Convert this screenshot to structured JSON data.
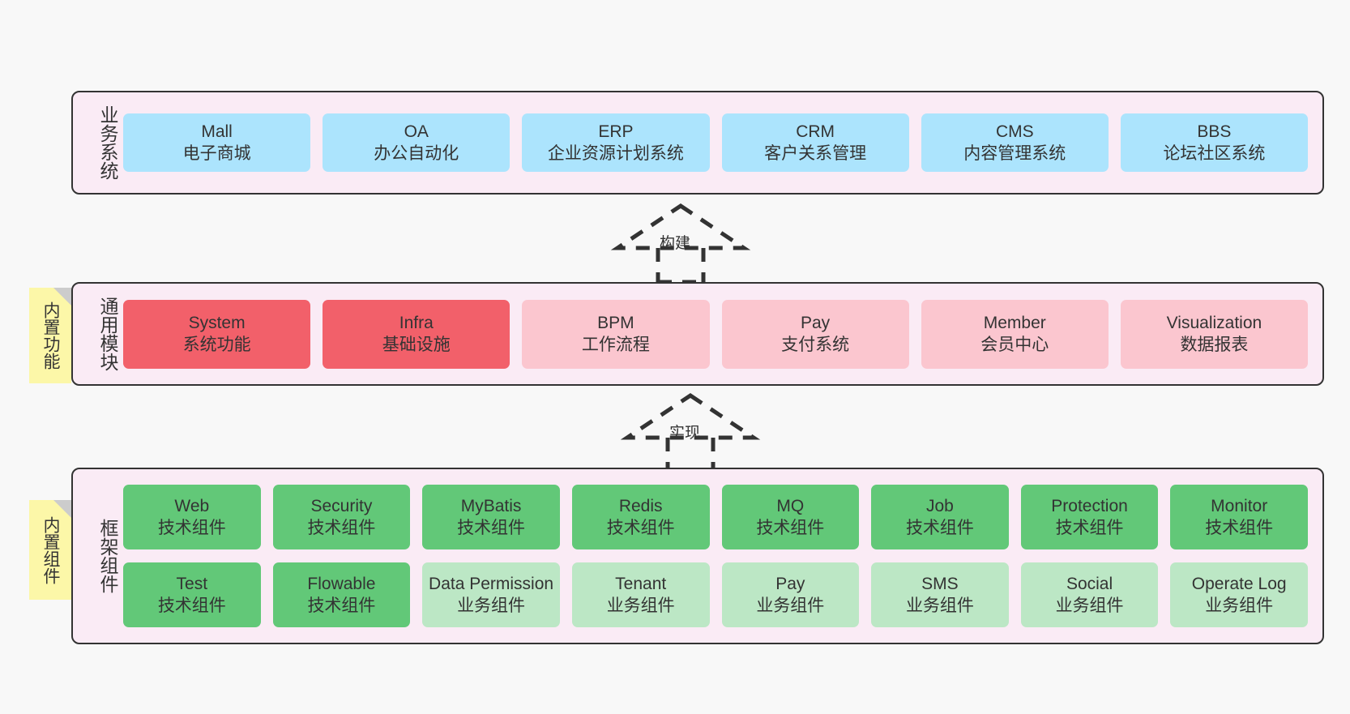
{
  "diagram": {
    "title_note_features": "内置功能",
    "title_note_components": "内置组件",
    "background_color": "#f8f8f8",
    "layer_fill": "#faebf5",
    "layer_border": "#333333"
  },
  "layers": {
    "business": {
      "label": "业务系统",
      "color": "#ace4fd",
      "items": [
        {
          "en": "Mall",
          "cn": "电子商城"
        },
        {
          "en": "OA",
          "cn": "办公自动化"
        },
        {
          "en": "ERP",
          "cn": "企业资源计划系统"
        },
        {
          "en": "CRM",
          "cn": "客户关系管理"
        },
        {
          "en": "CMS",
          "cn": "内容管理系统"
        },
        {
          "en": "BBS",
          "cn": "论坛社区系统"
        }
      ]
    },
    "common": {
      "label": "通用模块",
      "color_primary": "#f2606a",
      "color_secondary": "#fbc6cf",
      "items": [
        {
          "en": "System",
          "cn": "系统功能",
          "style": "c-red"
        },
        {
          "en": "Infra",
          "cn": "基础设施",
          "style": "c-red"
        },
        {
          "en": "BPM",
          "cn": "工作流程",
          "style": "c-pink"
        },
        {
          "en": "Pay",
          "cn": "支付系统",
          "style": "c-pink"
        },
        {
          "en": "Member",
          "cn": "会员中心",
          "style": "c-pink"
        },
        {
          "en": "Visualization",
          "cn": "数据报表",
          "style": "c-pink"
        }
      ]
    },
    "framework": {
      "label": "框架组件",
      "color_primary": "#62c878",
      "color_secondary": "#bce7c5",
      "row1": [
        {
          "en": "Web",
          "cn": "技术组件",
          "style": "c-green"
        },
        {
          "en": "Security",
          "cn": "技术组件",
          "style": "c-green"
        },
        {
          "en": "MyBatis",
          "cn": "技术组件",
          "style": "c-green"
        },
        {
          "en": "Redis",
          "cn": "技术组件",
          "style": "c-green"
        },
        {
          "en": "MQ",
          "cn": "技术组件",
          "style": "c-green"
        },
        {
          "en": "Job",
          "cn": "技术组件",
          "style": "c-green"
        },
        {
          "en": "Protection",
          "cn": "技术组件",
          "style": "c-green"
        },
        {
          "en": "Monitor",
          "cn": "技术组件",
          "style": "c-green"
        }
      ],
      "row2": [
        {
          "en": "Test",
          "cn": "技术组件",
          "style": "c-green"
        },
        {
          "en": "Flowable",
          "cn": "技术组件",
          "style": "c-green"
        },
        {
          "en": "Data Permission",
          "cn": "业务组件",
          "style": "c-lightgreen"
        },
        {
          "en": "Tenant",
          "cn": "业务组件",
          "style": "c-lightgreen"
        },
        {
          "en": "Pay",
          "cn": "业务组件",
          "style": "c-lightgreen"
        },
        {
          "en": "SMS",
          "cn": "业务组件",
          "style": "c-lightgreen"
        },
        {
          "en": "Social",
          "cn": "业务组件",
          "style": "c-lightgreen"
        },
        {
          "en": "Operate Log",
          "cn": "业务组件",
          "style": "c-lightgreen"
        }
      ]
    }
  },
  "arrows": {
    "build": {
      "label": "构建"
    },
    "implement": {
      "label": "实现"
    }
  }
}
